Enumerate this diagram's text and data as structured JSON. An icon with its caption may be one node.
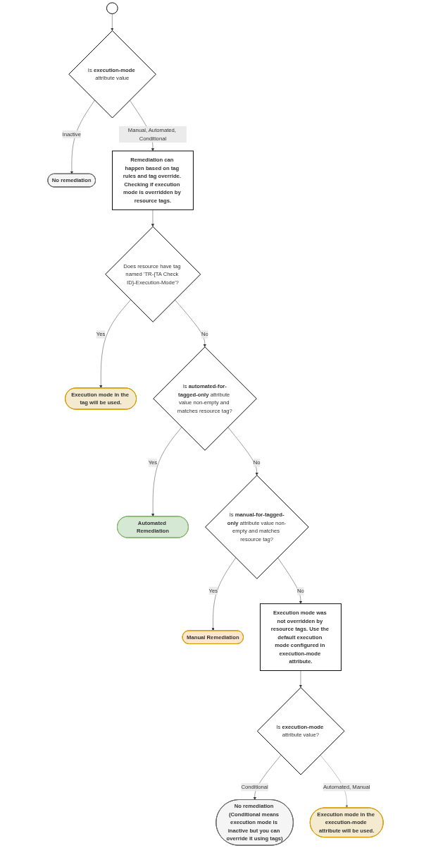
{
  "diagram": {
    "nodes": [
      {
        "text": [],
        "shape": "circle"
      },
      {
        "text": [
          "Is **execution-mode** attribute value"
        ]
      },
      {
        "text": [
          "No remediation"
        ]
      },
      {
        "text": [
          "Remediation can happen based on tag rules and tag override. Checking if execution mode is overridden by resource tags."
        ]
      },
      {
        "text": [
          "Does resource have tag named 'TR-{TA Check ID}-Execution-Mode'?"
        ]
      },
      {
        "text": [
          "Execution mode in the tag will be used."
        ]
      },
      {
        "text": [
          "Is **automated-for-tagged-only** attribute value non-empty and matches resource tag?"
        ]
      },
      {
        "text": [
          "Automated Remediation"
        ]
      },
      {
        "text": [
          "Is **manual-for-tagged-only** attribute value non-empty and matches resource tag?"
        ]
      },
      {
        "text": [
          "Manual Remediation"
        ]
      },
      {
        "text": [
          "Execution mode was not overridden by resource tags. Use the default execution mode configured in execution-mode attribute."
        ]
      },
      {
        "text": [
          "Is **execution-mode** attribute value?"
        ]
      },
      {
        "text": [
          "No remediation (Conditional means execution mode is inactive but you can override it using tags)"
        ]
      },
      {
        "text": [
          "Execution mode in the execution-mode attribute will be used."
        ]
      }
    ],
    "edges": [
      {
        "from": 0,
        "to": 1,
        "arrow": "to"
      },
      {
        "from": 1,
        "to": 2,
        "arrow": "to",
        "label": "Inactive"
      },
      {
        "from": 1,
        "to": 3,
        "arrow": "to",
        "label": "Manual, Automated, Conditional"
      },
      {
        "from": 3,
        "to": 4,
        "arrow": "to"
      },
      {
        "from": 4,
        "to": 5,
        "arrow": "to",
        "label": "Yes"
      },
      {
        "from": 4,
        "to": 6,
        "arrow": "to",
        "label": "No"
      },
      {
        "from": 6,
        "to": 7,
        "arrow": "to",
        "label": "Yes"
      },
      {
        "from": 6,
        "to": 8,
        "arrow": "to",
        "label": "No"
      },
      {
        "from": 8,
        "to": 9,
        "arrow": "to",
        "label": "Yes"
      },
      {
        "from": 8,
        "to": 10,
        "arrow": "to",
        "label": "No"
      },
      {
        "from": 10,
        "to": 11,
        "arrow": "to"
      },
      {
        "from": 11,
        "to": 12,
        "arrow": "to",
        "label": "Conditional"
      },
      {
        "from": 11,
        "to": 13,
        "arrow": "to",
        "label": "Automated, Manual",
        "color": "#808080"
      }
    ]
  }
}
